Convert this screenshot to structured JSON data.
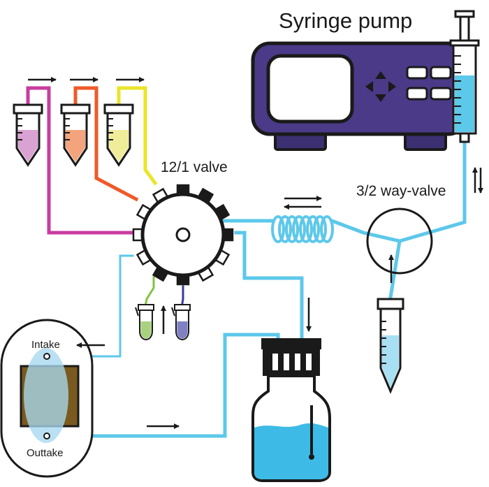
{
  "labels": {
    "syringe_pump": "Syringe pump",
    "selector_valve": "12/1 valve",
    "switch_valve": "3/2 way-valve",
    "intake": "Intake",
    "outtake": "Outtake"
  },
  "colors": {
    "tubing": "#5cc8ea",
    "pump_body": "#4a3a88",
    "pump_feet": "#3c2f72",
    "screen": "#ffffff",
    "outline": "#1a1a1a",
    "reagent_1": "#c93ca0",
    "reagent_1_fill": "#d9a2d2",
    "reagent_2": "#ef5a28",
    "reagent_2_fill": "#f4a47c",
    "reagent_3": "#e8e62a",
    "reagent_3_fill": "#efed9a",
    "sample_1": "#82c341",
    "sample_1_fill": "#a9d27e",
    "sample_2": "#3b3b9a",
    "sample_2_fill": "#8080c4",
    "liquid": "#5cc8ea",
    "liquid_light": "#a8dff3",
    "chamber_fill": "#7a5a1e",
    "chamber_overlay": "#a6d8ef",
    "waste_liquid": "#3dbbe6"
  },
  "icons": [
    "syringe-icon",
    "arrow-right-icon",
    "arrow-up-icon",
    "arrow-down-icon",
    "bidirectional-arrow-icon",
    "coil-icon"
  ]
}
